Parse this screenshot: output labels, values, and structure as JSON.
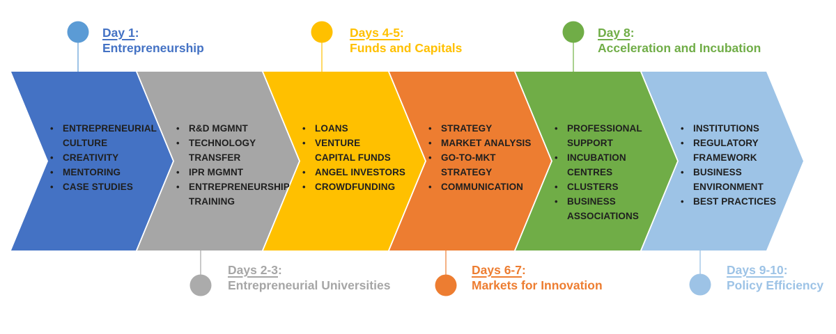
{
  "diagram": {
    "bullet_glyph": "•",
    "text_color": "#1F1F1F",
    "stages": [
      {
        "day_label": "Day 1",
        "colon": ":",
        "title": "Entrepreneurship",
        "position": "top",
        "fill": "#4472C4",
        "title_color": "#4472C4",
        "marker_color": "#5B9BD5",
        "stem_color": "#9DC3E6",
        "items": [
          [
            "ENTREPRENEURIAL",
            "CULTURE"
          ],
          [
            "CREATIVITY"
          ],
          [
            "MENTORING"
          ],
          [
            "CASE STUDIES"
          ]
        ]
      },
      {
        "day_label": "Days 2-3",
        "colon": ":",
        "title": "Entrepreneurial Universities",
        "position": "bottom",
        "fill": "#A6A6A6",
        "title_color": "#A6A6A6",
        "marker_color": "#ABABAB",
        "stem_color": "#C9C9C9",
        "items": [
          [
            "R&D MGMNT"
          ],
          [
            "TECHNOLOGY",
            "TRANSFER"
          ],
          [
            "IPR MGMNT"
          ],
          [
            "ENTREPRENEURSHIP",
            "TRAINING"
          ]
        ]
      },
      {
        "day_label": "Days 4-5",
        "colon": ":",
        "title": "Funds and Capitals",
        "position": "top",
        "fill": "#FFC000",
        "title_color": "#FFC000",
        "marker_color": "#FFC000",
        "stem_color": "#FFD966",
        "items": [
          [
            "LOANS"
          ],
          [
            "VENTURE",
            "CAPITAL FUNDS"
          ],
          [
            "ANGEL INVESTORS"
          ],
          [
            "CROWDFUNDING"
          ]
        ]
      },
      {
        "day_label": "Days 6-7",
        "colon": ":",
        "title": "Markets for Innovation",
        "position": "bottom",
        "fill": "#ED7D31",
        "title_color": "#ED7D31",
        "marker_color": "#ED7D31",
        "stem_color": "#F4B183",
        "items": [
          [
            "STRATEGY"
          ],
          [
            "MARKET ANALYSIS"
          ],
          [
            "GO-TO-MKT",
            "STRATEGY"
          ],
          [
            "COMMUNICATION"
          ]
        ]
      },
      {
        "day_label": "Day 8",
        "colon": ":",
        "title": "Acceleration and Incubation",
        "position": "top",
        "fill": "#70AD47",
        "title_color": "#70AD47",
        "marker_color": "#70AD47",
        "stem_color": "#A9D18E",
        "items": [
          [
            "PROFESSIONAL",
            "SUPPORT"
          ],
          [
            "INCUBATION",
            "CENTRES"
          ],
          [
            "CLUSTERS"
          ],
          [
            "BUSINESS",
            "ASSOCIATIONS"
          ]
        ]
      },
      {
        "day_label": "Days 9-10",
        "colon": ":",
        "title": "Policy Efficiency",
        "position": "bottom",
        "fill": "#9DC3E6",
        "title_color": "#9DC3E6",
        "marker_color": "#9DC3E6",
        "stem_color": "#BDD7EE",
        "items": [
          [
            "INSTITUTIONS"
          ],
          [
            "REGULATORY",
            "FRAMEWORK"
          ],
          [
            "BUSINESS",
            "ENVIRONMENT"
          ],
          [
            "BEST PRACTICES"
          ]
        ]
      }
    ]
  }
}
